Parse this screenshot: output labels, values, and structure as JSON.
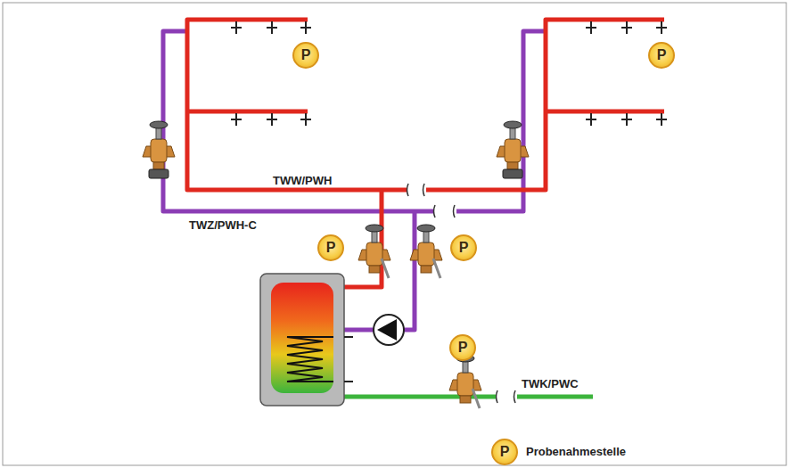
{
  "diagram": {
    "nodes": [
      {
        "text": [
          "P"
        ]
      },
      {
        "text": [
          "P"
        ]
      },
      {
        "text": [
          "P"
        ]
      },
      {
        "text": [
          "P"
        ]
      },
      {
        "text": [
          "P"
        ]
      },
      {
        "text": [
          "P"
        ]
      }
    ],
    "edges": [],
    "labels": [
      "TWW/PWH",
      "TWZ/PWH-C",
      "TWK/PWC"
    ],
    "legend": [
      {
        "text": "Probenahmestelle"
      }
    ]
  }
}
